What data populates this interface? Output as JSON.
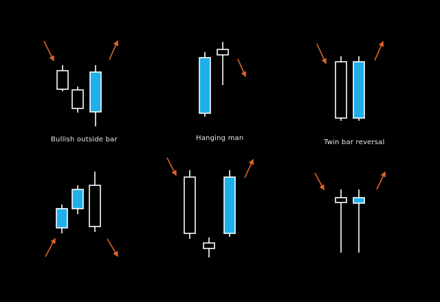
{
  "colors": {
    "background": "#000000",
    "bullish_fill": "#1fb0ea",
    "bearish_fill": "#000000",
    "outline": "#ffffff",
    "wick": "#ffffff",
    "arrow": "#e0622a",
    "caption_text": "#e8e8e8"
  },
  "patterns": [
    {
      "id": "bullish-outside-bar",
      "label": "Bullish outside bar",
      "candles": [
        {
          "role": "prior",
          "body": "hollow",
          "arrow": "down-before"
        },
        {
          "role": "small",
          "body": "hollow"
        },
        {
          "role": "outside",
          "body": "filled",
          "arrow": "up-after"
        }
      ]
    },
    {
      "id": "hanging-man",
      "label": "Hanging man",
      "candles": [
        {
          "role": "tall",
          "body": "filled"
        },
        {
          "role": "small-top",
          "body": "hollow",
          "arrow": "down-after"
        }
      ]
    },
    {
      "id": "twin-bar-reversal",
      "label": "Twin bar reversal",
      "candles": [
        {
          "role": "first",
          "body": "hollow",
          "arrow": "down-before"
        },
        {
          "role": "second",
          "body": "filled",
          "arrow": "up-after"
        }
      ]
    },
    {
      "id": "bearish-outside-bar",
      "label": "",
      "candles": [
        {
          "role": "first",
          "body": "filled",
          "arrow": "up-before"
        },
        {
          "role": "second",
          "body": "filled"
        },
        {
          "role": "outside",
          "body": "hollow",
          "arrow": "down-after"
        }
      ]
    },
    {
      "id": "inverted-hanging-man",
      "label": "",
      "candles": [
        {
          "role": "tall",
          "body": "hollow",
          "arrow": "down-before"
        },
        {
          "role": "small-bottom",
          "body": "hollow"
        },
        {
          "role": "tall",
          "body": "filled",
          "arrow": "up-after"
        }
      ]
    },
    {
      "id": "twin-doji",
      "label": "",
      "candles": [
        {
          "role": "first",
          "body": "hollow",
          "arrow": "down-before"
        },
        {
          "role": "second",
          "body": "filled",
          "arrow": "up-after"
        }
      ]
    }
  ]
}
